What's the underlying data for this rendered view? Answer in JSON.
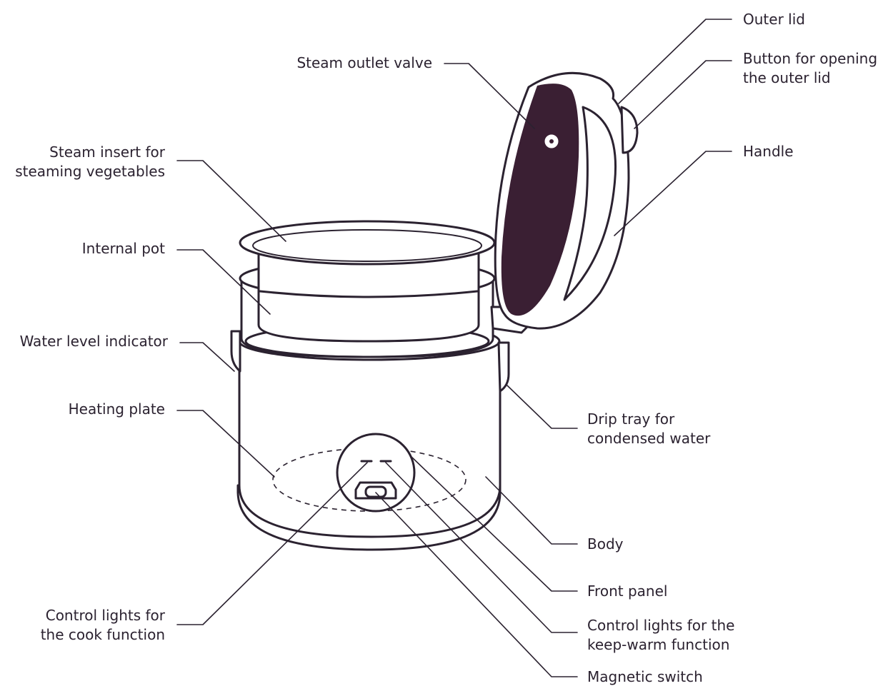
{
  "labels": {
    "steam_outlet_valve": [
      "Steam outlet valve"
    ],
    "outer_lid": [
      "Outer lid"
    ],
    "button_outer_lid": [
      "Button for opening",
      "the outer lid"
    ],
    "steam_insert": [
      "Steam insert for",
      "steaming vegetables"
    ],
    "handle": [
      "Handle"
    ],
    "internal_pot": [
      "Internal pot"
    ],
    "water_level_indicator": [
      "Water level indicator"
    ],
    "heating_plate": [
      "Heating plate"
    ],
    "drip_tray": [
      "Drip tray for",
      "condensed water"
    ],
    "body": [
      "Body"
    ],
    "front_panel": [
      "Front panel"
    ],
    "control_lights_cook": [
      "Control lights for",
      "the cook function"
    ],
    "control_lights_keep_warm": [
      "Control lights for the",
      "keep-warm function"
    ],
    "magnetic_switch": [
      "Magnetic switch"
    ]
  },
  "colors": {
    "ink": "#2b2230",
    "lid_inner": "#3a1f33",
    "background": "#ffffff"
  }
}
